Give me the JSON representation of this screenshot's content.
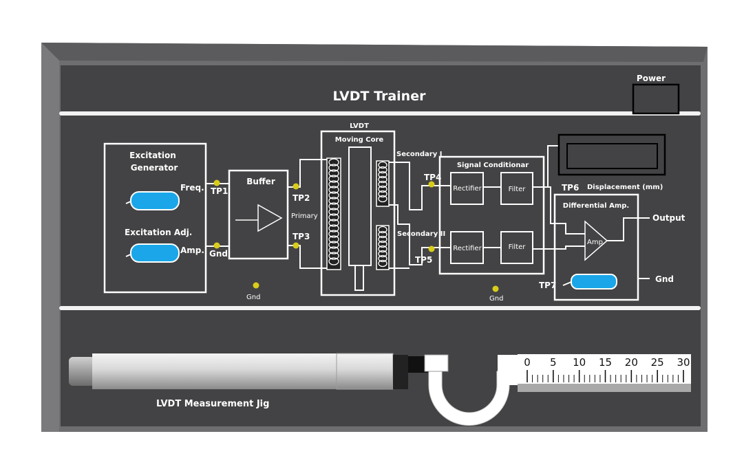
{
  "app": {
    "title": "LVDT Trainer",
    "power_label": "Power"
  },
  "excitation": {
    "title_line1": "Excitation",
    "title_line2": "Generator",
    "freq_label": "Freq.",
    "amp_adj_label": "Excitation Adj.",
    "amp_label": "Amp."
  },
  "testpoints": {
    "tp1": "TP1",
    "tp2": "TP2",
    "tp3": "TP3",
    "tp4": "TP4",
    "tp5": "TP5",
    "tp6": "TP6",
    "tp7": "TP7"
  },
  "buffer": {
    "title": "Buffer"
  },
  "ground": {
    "left": "Gnd",
    "mid": "Gnd",
    "right": "Gnd",
    "output": "Gnd"
  },
  "lvdt": {
    "title": "LVDT",
    "moving_core": "Moving Core",
    "primary": "Primary",
    "secondary1": "Secondary I",
    "secondary2": "Secondary II"
  },
  "conditioner": {
    "title": "Signal Conditionar",
    "rectifier1": "Rectifier",
    "filter1": "Filter",
    "rectifier2": "Rectifier",
    "filter2": "Filter"
  },
  "display": {
    "label": "Displacement (mm)"
  },
  "diff_amp": {
    "title": "Differential Amp.",
    "amp": "Amp",
    "output": "Output"
  },
  "jig": {
    "label": "LVDT Measurement Jig",
    "scale": [
      "0",
      "5",
      "10",
      "15",
      "20",
      "25",
      "30"
    ]
  }
}
